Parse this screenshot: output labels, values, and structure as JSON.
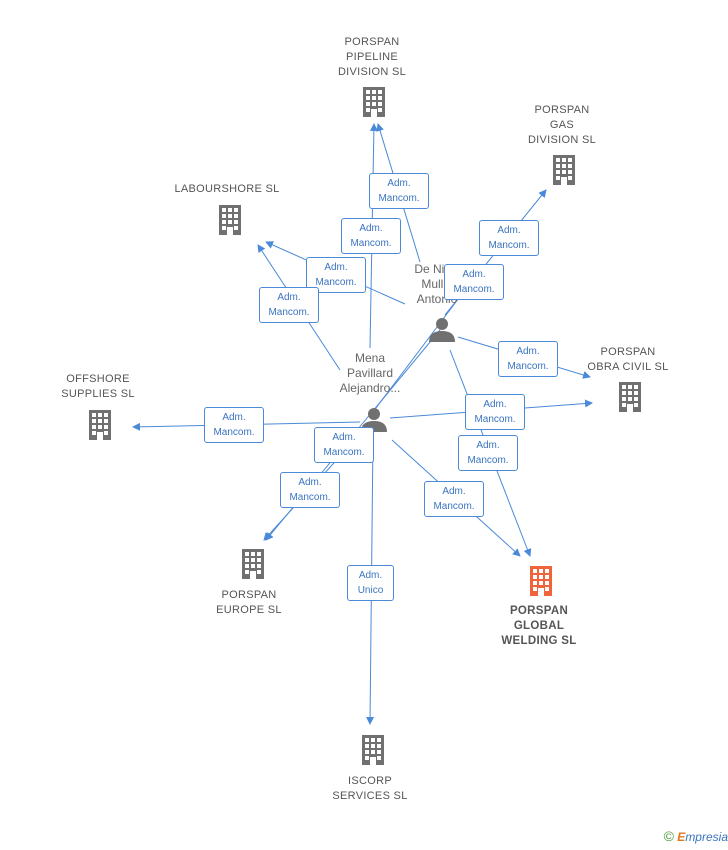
{
  "companies": {
    "porspan_pipeline": "PORSPAN\nPIPELINE\nDIVISION  SL",
    "porspan_gas": "PORSPAN\nGAS\nDIVISION  SL",
    "labourshore": "LABOURSHORE SL",
    "porspan_obra": "PORSPAN\nOBRA CIVIL SL",
    "offshore": "OFFSHORE\nSUPPLIES SL",
    "porspan_europe": "PORSPAN\nEUROPE SL",
    "porspan_global": "PORSPAN\nGLOBAL\nWELDING SL",
    "iscorp": "ISCORP\nSERVICES  SL"
  },
  "persons": {
    "de_nicolas": "De Nicol\nMullig\nAntonio",
    "mena": "Mena\nPavillard\nAlejandro..."
  },
  "edge_labels": {
    "mancom": "Adm.\nMancom.",
    "unico": "Adm.\nUnico"
  },
  "colors": {
    "edge": "#4a8ad8",
    "building": "#707070",
    "building_highlight": "#f0643c",
    "person": "#707070"
  },
  "footer": {
    "copyright": "©",
    "brand_initial": "E",
    "brand_rest": "mpresia"
  }
}
